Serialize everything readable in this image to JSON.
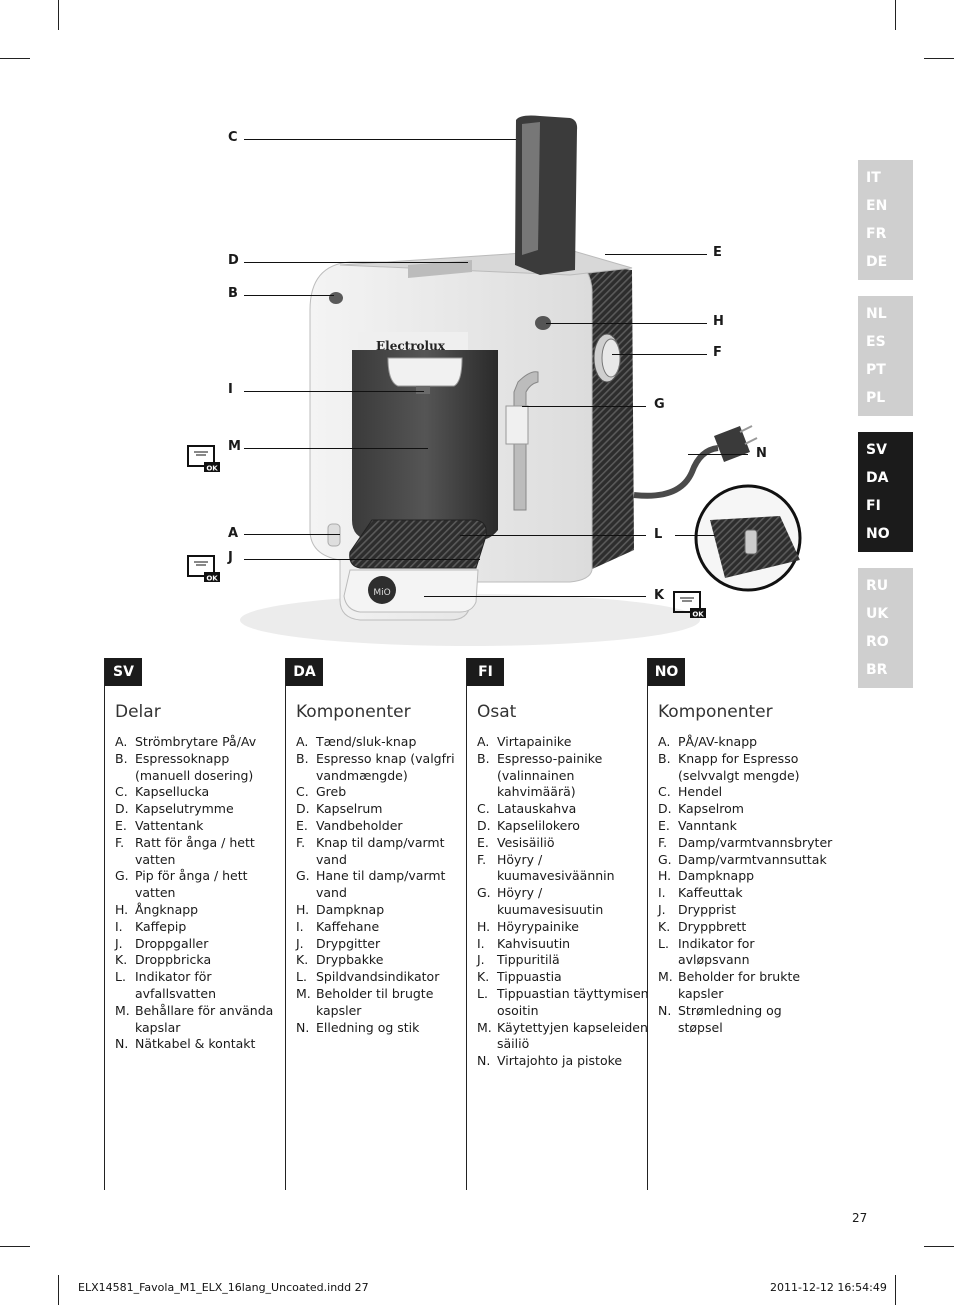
{
  "language_tabs": [
    [
      "IT",
      "EN",
      "FR",
      "DE"
    ],
    [
      "NL",
      "ES",
      "PT",
      "PL"
    ],
    [
      "SV",
      "DA",
      "FI",
      "NO"
    ],
    [
      "RU",
      "UK",
      "RO",
      "BR"
    ]
  ],
  "callouts": {
    "C": "C",
    "D": "D",
    "B": "B",
    "I": "I",
    "M": "M",
    "A": "A",
    "J": "J",
    "E": "E",
    "H": "H",
    "F": "F",
    "G": "G",
    "N": "N",
    "L": "L",
    "K": "K"
  },
  "indicator_text": "OK",
  "brand": "Electrolux",
  "drip_tray_logo": "MiO",
  "columns": [
    {
      "code": "SV",
      "title": "Delar",
      "items": [
        [
          "A.",
          "Strömbrytare På/Av"
        ],
        [
          "B.",
          "Espressoknapp (manuell dosering)"
        ],
        [
          "C.",
          "Kapsellucka"
        ],
        [
          "D.",
          "Kapselutrymme"
        ],
        [
          "E.",
          "Vattentank"
        ],
        [
          "F.",
          "Ratt för ånga / hett vatten"
        ],
        [
          "G.",
          "Pip för ånga / hett vatten"
        ],
        [
          "H.",
          "Ångknapp"
        ],
        [
          "I.",
          "Kaffepip"
        ],
        [
          "J.",
          "Droppgaller"
        ],
        [
          "K.",
          "Droppbricka"
        ],
        [
          "L.",
          "Indikator för avfallsvatten"
        ],
        [
          "M.",
          "Behållare för använda kapslar"
        ],
        [
          "N.",
          "Nätkabel & kontakt"
        ]
      ]
    },
    {
      "code": "DA",
      "title": "Komponenter",
      "items": [
        [
          "A.",
          "Tænd/sluk-knap"
        ],
        [
          "B.",
          "Espresso knap (valgfri vandmængde)"
        ],
        [
          "C.",
          "Greb"
        ],
        [
          "D.",
          "Kapselrum"
        ],
        [
          "E.",
          "Vandbeholder"
        ],
        [
          "F.",
          "Knap til damp/varmt vand"
        ],
        [
          "G.",
          "Hane til damp/varmt vand"
        ],
        [
          "H.",
          "Dampknap"
        ],
        [
          "I.",
          "Kaffehane"
        ],
        [
          "J.",
          "Drypgitter"
        ],
        [
          "K.",
          "Drypbakke"
        ],
        [
          "L.",
          "Spildvandsindikator"
        ],
        [
          "M.",
          "Beholder til brugte kapsler"
        ],
        [
          "N.",
          "Elledning og stik"
        ]
      ]
    },
    {
      "code": "FI",
      "title": "Osat",
      "items": [
        [
          "A.",
          "Virtapainike"
        ],
        [
          "B.",
          "Espresso-painike (valinnainen kahvimäärä)"
        ],
        [
          "C.",
          "Latauskahva"
        ],
        [
          "D.",
          "Kapselilokero"
        ],
        [
          "E.",
          "Vesisäiliö"
        ],
        [
          "F.",
          "Höyry / kuumavesiväännin"
        ],
        [
          "G.",
          "Höyry / kuumavesisuutin"
        ],
        [
          "H.",
          "Höyrypainike"
        ],
        [
          "I.",
          "Kahvisuutin"
        ],
        [
          "J.",
          "Tippuritilä"
        ],
        [
          "K.",
          "Tippuastia"
        ],
        [
          "L.",
          "Tippuastian täyttymisen osoitin"
        ],
        [
          "M.",
          "Käytettyjen kapseleiden säiliö"
        ],
        [
          "N.",
          "Virtajohto ja pistoke"
        ]
      ]
    },
    {
      "code": "NO",
      "title": "Komponenter",
      "items": [
        [
          "A.",
          "PÅ/AV-knapp"
        ],
        [
          "B.",
          "Knapp for Espresso (selvvalgt mengde)"
        ],
        [
          "C.",
          "Hendel"
        ],
        [
          "D.",
          "Kapselrom"
        ],
        [
          "E.",
          "Vanntank"
        ],
        [
          "F.",
          "Damp/varmtvannsbryter"
        ],
        [
          "G.",
          "Damp/varmtvannsuttak"
        ],
        [
          "H.",
          "Dampknapp"
        ],
        [
          "I.",
          "Kaffeuttak"
        ],
        [
          "J.",
          "Drypprist"
        ],
        [
          "K.",
          "Dryppbrett"
        ],
        [
          "L.",
          "Indikator for avløpsvann"
        ],
        [
          "M.",
          "Beholder for brukte kapsler"
        ],
        [
          "N.",
          "Strømledning og støpsel"
        ]
      ]
    }
  ],
  "page_number": "27",
  "footer": {
    "file": "ELX14581_Favola_M1_ELX_16lang_Uncoated.indd   27",
    "timestamp": "2011-12-12   16:54:49"
  }
}
